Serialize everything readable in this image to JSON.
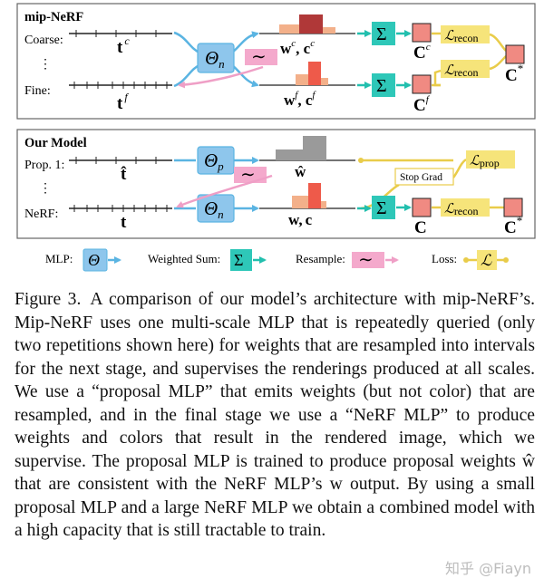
{
  "panel_top": {
    "title": "mip-NeRF",
    "row_coarse": "Coarse:",
    "row_fine": "Fine:",
    "dots": "⋮",
    "t_coarse": "t",
    "t_coarse_sup": "c",
    "t_fine": "t",
    "t_fine_sup": "f",
    "mlp": "Θ",
    "mlp_sub": "n",
    "w_coarse": "w",
    "w_coarse_sup": "c",
    "c_coarse": "c",
    "c_coarse_sup": "c",
    "w_fine": "w",
    "w_fine_sup": "f",
    "c_fine": "c",
    "c_fine_sup": "f",
    "sum": "Σ",
    "C_coarse": "C",
    "C_coarse_sup": "c",
    "C_fine": "C",
    "C_fine_sup": "f",
    "loss": "ℒ",
    "loss_sub": "recon",
    "C_star": "C",
    "star": "*",
    "resample": "∼"
  },
  "panel_bottom": {
    "title": "Our Model",
    "row_prop": "Prop. 1:",
    "row_nerf": "NeRF:",
    "dots": "⋮",
    "t_hat": "t̂",
    "t": "t",
    "mlp_prop": "Θ",
    "mlp_prop_sub": "p",
    "mlp_nerf": "Θ",
    "mlp_nerf_sub": "n",
    "w_hat": "ŵ",
    "w": "w",
    "c": "c",
    "comma": ",",
    "sum": "Σ",
    "C": "C",
    "C_star": "C",
    "star": "*",
    "loss_prop": "ℒ",
    "loss_prop_sub": "prop",
    "loss_recon": "ℒ",
    "loss_recon_sub": "recon",
    "stop_grad": "Stop Grad",
    "resample": "∼"
  },
  "legend": {
    "mlp_label": "MLP:",
    "mlp_symbol": "Θ",
    "sum_label": "Weighted Sum:",
    "sum_symbol": "Σ",
    "resample_label": "Resample:",
    "resample_symbol": "∼",
    "loss_label": "Loss:",
    "loss_symbol": "ℒ"
  },
  "caption": {
    "label": "Figure 3.",
    "text": "A comparison of our model’s architecture with mip-NeRF’s. Mip-NeRF uses one multi-scale MLP that is repeatedly queried (only two repetitions shown here) for weights that are resampled into intervals for the next stage, and supervises the renderings produced at all scales. We use a “proposal MLP” that emits weights (but not color) that are resampled, and in the final stage we use a “NeRF MLP” to produce weights and colors that result in the rendered image, which we supervise. The proposal MLP is trained to produce proposal weights ŵ that are consistent with the NeRF MLP’s w output. By using a small proposal MLP and a large NeRF MLP we obtain a combined model with a high capacity that is still tractable to train."
  },
  "watermark": "知乎 @Fiayn",
  "colors": {
    "mlp_fill": "#8ec6ec",
    "mlp_arrow": "#5ab4e2",
    "sum_fill": "#2ec7b8",
    "resample_fill": "#f4a9cc",
    "resample_arrow": "#ef9fc6",
    "loss_fill": "#f6e47a",
    "loss_line": "#e9cc4a",
    "pixel_fill": "#f08a82",
    "bar_dark": "#b03838",
    "bar_mid": "#ee5a4a",
    "bar_light": "#f3b08a",
    "bar_gray": "#9a9a9a",
    "panel_border": "#666666"
  }
}
